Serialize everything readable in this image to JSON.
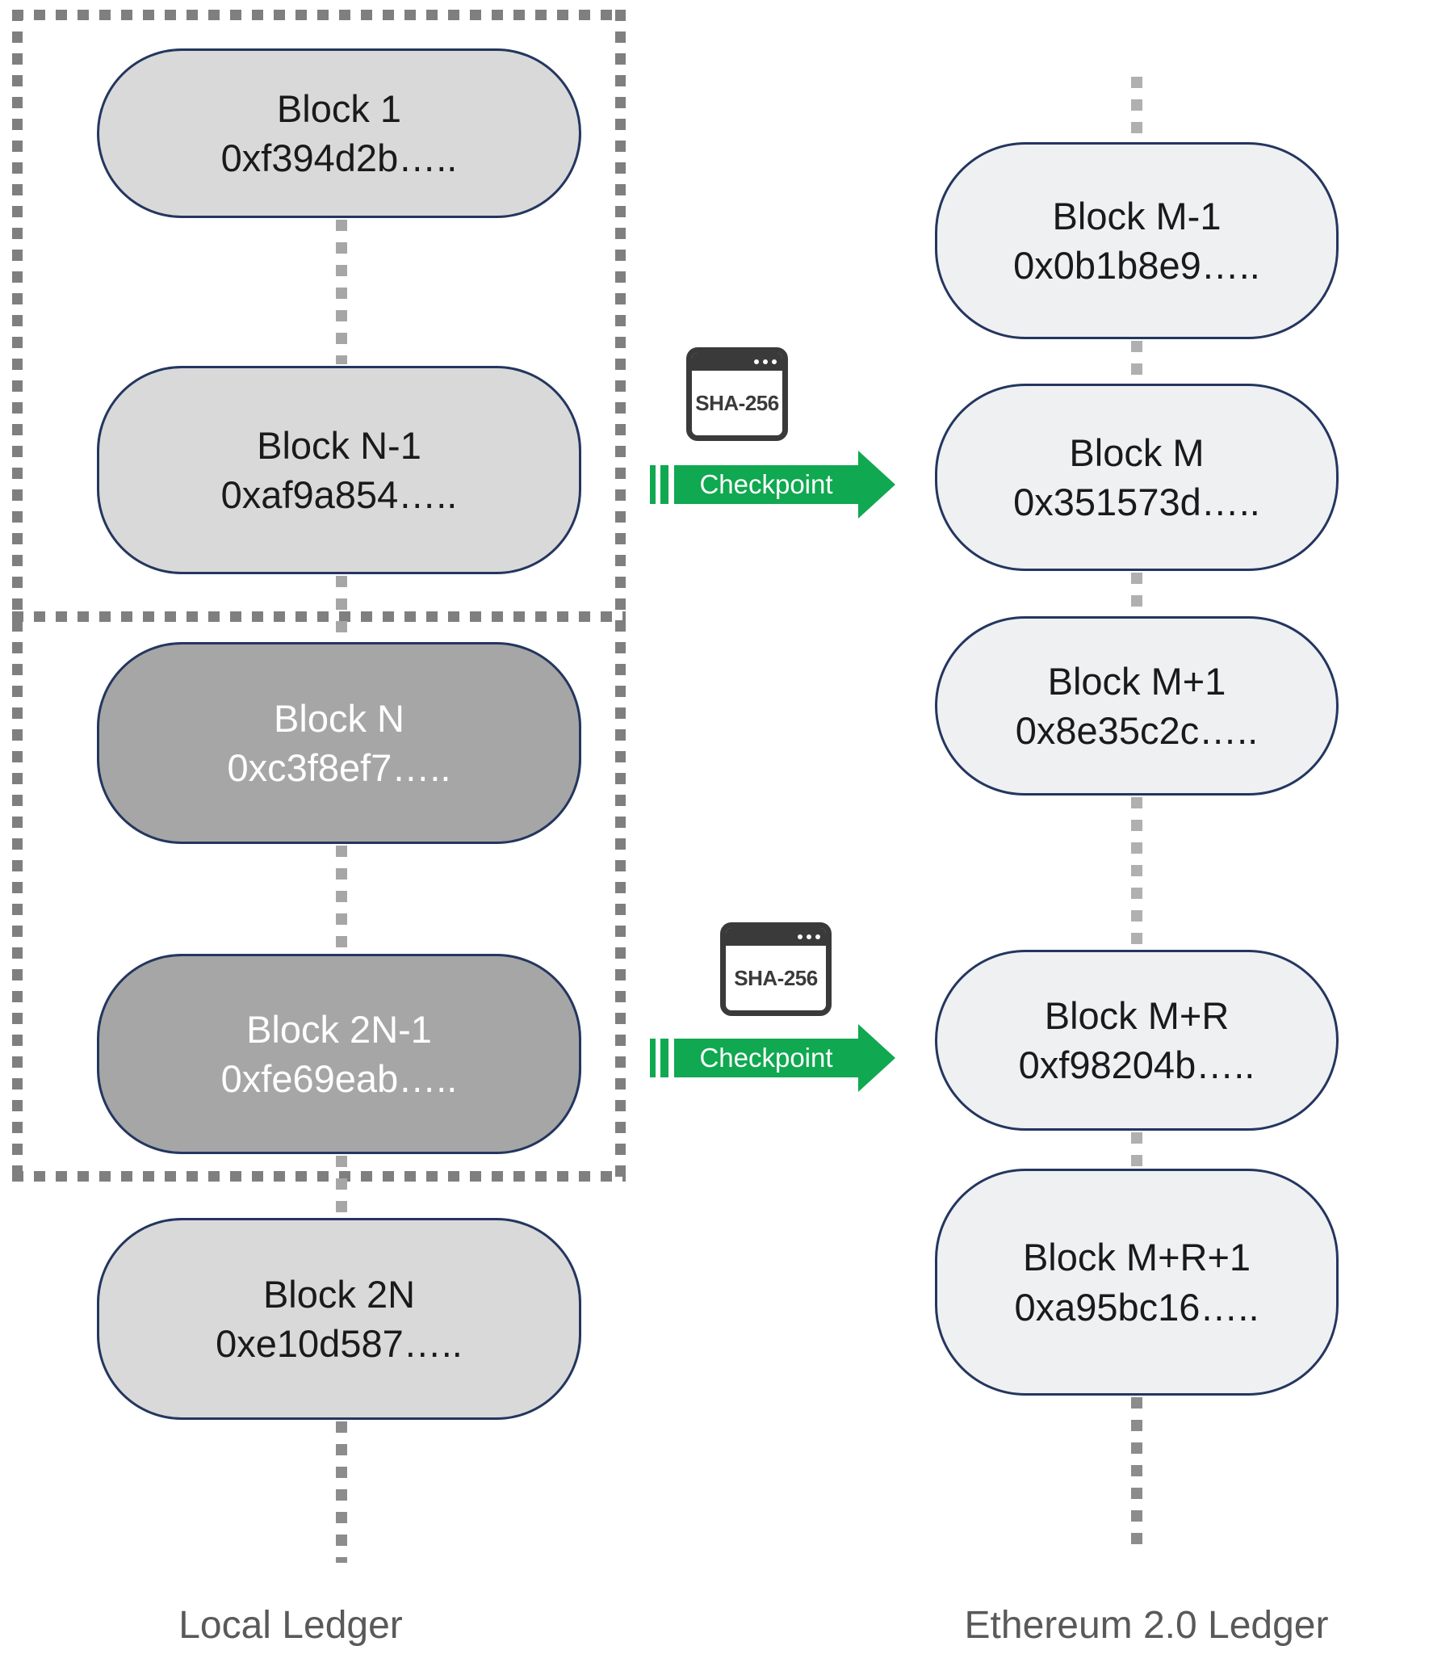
{
  "local_ledger": {
    "label": "Local Ledger",
    "blocks": [
      {
        "name": "Block 1",
        "hash": "0xf394d2b…..",
        "style": "light"
      },
      {
        "name": "Block N-1",
        "hash": "0xaf9a854…..",
        "style": "light"
      },
      {
        "name": "Block N",
        "hash": "0xc3f8ef7…..",
        "style": "dark"
      },
      {
        "name": "Block 2N-1",
        "hash": "0xfe69eab…..",
        "style": "dark"
      },
      {
        "name": "Block 2N",
        "hash": "0xe10d587…..",
        "style": "light"
      }
    ]
  },
  "ethereum_ledger": {
    "label": "Ethereum 2.0 Ledger",
    "blocks": [
      {
        "name": "Block M-1",
        "hash": "0x0b1b8e9….."
      },
      {
        "name": "Block M",
        "hash": "0x351573d….."
      },
      {
        "name": "Block M+1",
        "hash": "0x8e35c2c….."
      },
      {
        "name": "Block M+R",
        "hash": "0xf98204b….."
      },
      {
        "name": "Block M+R+1",
        "hash": "0xa95bc16….."
      }
    ]
  },
  "checkpoints": [
    {
      "tool": "SHA-256",
      "arrow_label": "Checkpoint"
    },
    {
      "tool": "SHA-256",
      "arrow_label": "Checkpoint"
    }
  ],
  "colors": {
    "local_block_light": "#d9d9d9",
    "local_block_dark": "#a6a6a6",
    "ethereum_block": "#eef0f2",
    "block_border": "#24365f",
    "checkpoint_green": "#10a850",
    "dashed_box_gray": "#7f7f7f",
    "connector_gray": "#a6a6a6",
    "label_gray": "#595959"
  }
}
